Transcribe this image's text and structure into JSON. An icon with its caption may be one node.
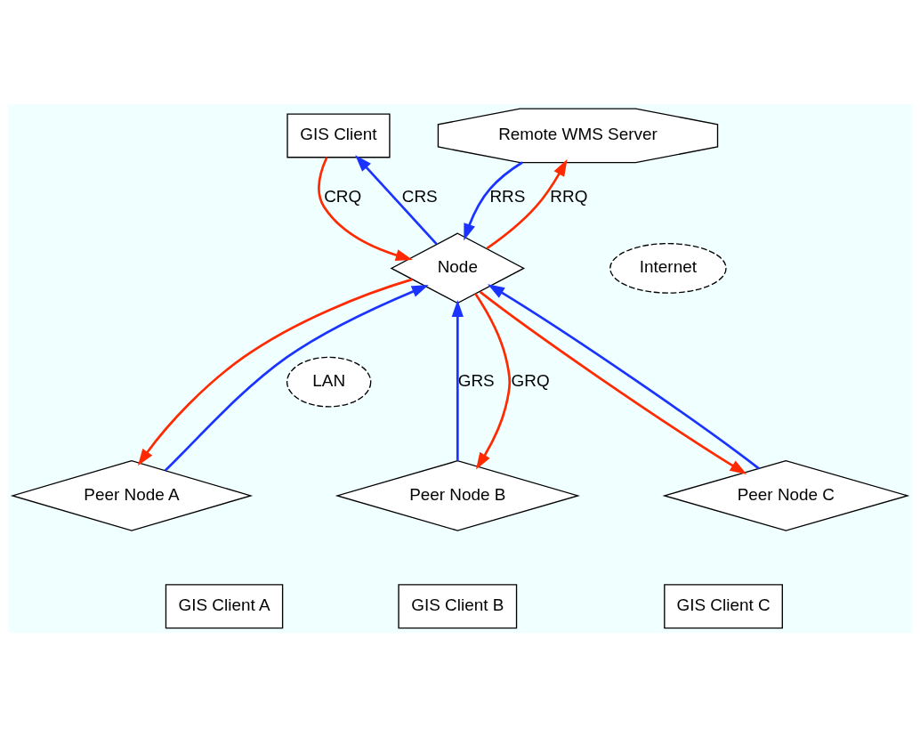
{
  "diagram": {
    "nodes": [
      {
        "text": [
          "GIS Client"
        ]
      },
      {
        "text": [
          "Node"
        ]
      },
      {
        "text": [
          "Internet"
        ]
      },
      {
        "text": [
          "Remote WMS Server"
        ]
      },
      {
        "text": [
          "LAN"
        ]
      },
      {
        "text": [
          "Peer Node A"
        ]
      },
      {
        "text": [
          "Peer Node B"
        ]
      },
      {
        "text": [
          "Peer Node C"
        ]
      },
      {
        "text": [
          "GIS Client A"
        ]
      },
      {
        "text": [
          "GIS Client B"
        ]
      },
      {
        "text": [
          "GIS Client C"
        ]
      }
    ],
    "edges": [
      {
        "from": 0,
        "to": 1,
        "arrow": "to",
        "label": "CRQ",
        "color": "#ff2a00"
      },
      {
        "from": 1,
        "to": 0,
        "arrow": "to",
        "label": "CRS",
        "color": "#1a33ff"
      },
      {
        "from": 1,
        "to": 3,
        "arrow": "to",
        "label": "RRQ",
        "color": "#ff2a00"
      },
      {
        "from": 3,
        "to": 1,
        "arrow": "to",
        "label": "RRS",
        "color": "#1a33ff"
      },
      {
        "from": 5,
        "to": 1,
        "arrow": "to",
        "color": "#1a33ff"
      },
      {
        "from": 1,
        "to": 5,
        "arrow": "to",
        "color": "#ff2a00"
      },
      {
        "from": 6,
        "to": 1,
        "arrow": "to",
        "label": "GRS",
        "color": "#1a33ff"
      },
      {
        "from": 1,
        "to": 6,
        "arrow": "to",
        "label": "GRQ",
        "color": "#ff2a00"
      },
      {
        "from": 1,
        "to": 7,
        "arrow": "to",
        "color": "#ff2a00"
      },
      {
        "from": 7,
        "to": 1,
        "arrow": "to",
        "color": "#1a33ff"
      }
    ]
  }
}
